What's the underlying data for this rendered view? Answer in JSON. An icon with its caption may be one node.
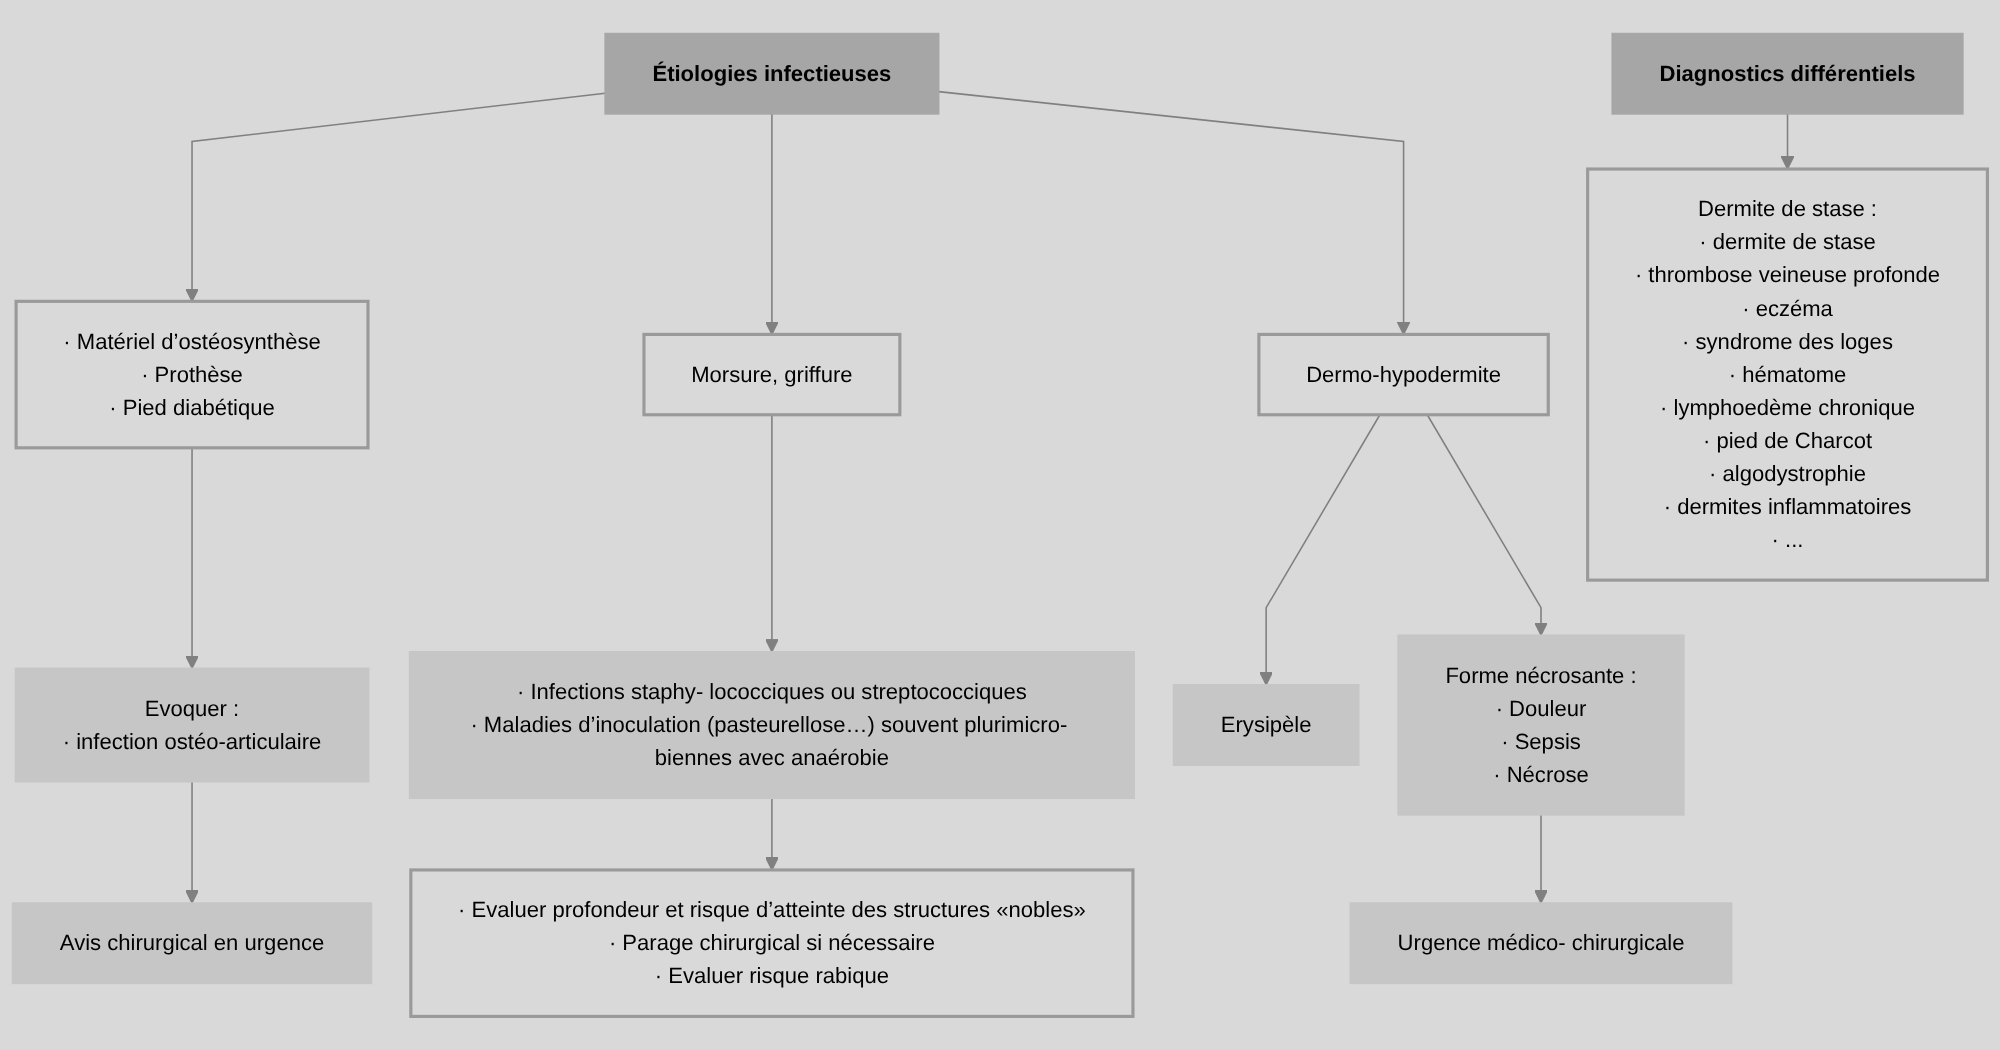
{
  "diagram": {
    "nodes": [
      {
        "text": [
          "Étiologies infectieuses"
        ]
      },
      {
        "text": [
          "· Matériel d’ostéosynthèse",
          "· Prothèse",
          "· Pied diabétique"
        ]
      },
      {
        "text": [
          "Morsure, griffure"
        ]
      },
      {
        "text": [
          "Dermo-hypodermite"
        ]
      },
      {
        "text": [
          "Evoquer :",
          "· infection ostéo-articulaire"
        ]
      },
      {
        "text": [
          "· Infections staphy- lococciques ou streptococciques",
          "· Maladies d’inoculation (pasteurellose…) souvent plurimicro- biennes avec anaérobie"
        ]
      },
      {
        "text": [
          "Erysipèle"
        ]
      },
      {
        "text": [
          "Forme nécrosante :",
          "· Douleur",
          "· Sepsis",
          "· Nécrose"
        ]
      },
      {
        "text": [
          "Avis chirurgical en urgence"
        ]
      },
      {
        "text": [
          "· Evaluer profondeur et risque d’atteinte des structures «nobles»",
          "· Parage chirurgical si nécessaire",
          "· Evaluer risque rabique"
        ]
      },
      {
        "text": [
          "Urgence médico- chirurgicale"
        ]
      },
      {
        "text": [
          "Diagnostics différentiels"
        ]
      },
      {
        "text": [
          "Dermite de stase :",
          "· dermite de stase",
          "· thrombose veineuse profonde",
          "· eczéma",
          "· syndrome des loges",
          "· hématome",
          "· lymphoedème chronique",
          "· pied de Charcot",
          "· algodystrophie",
          "· dermites inflammatoires",
          "· ..."
        ]
      }
    ],
    "edges": [
      {
        "from": 0,
        "to": 1,
        "arrow": "to"
      },
      {
        "from": 0,
        "to": 2,
        "arrow": "to"
      },
      {
        "from": 0,
        "to": 3,
        "arrow": "to"
      },
      {
        "from": 1,
        "to": 4,
        "arrow": "to"
      },
      {
        "from": 4,
        "to": 8,
        "arrow": "to"
      },
      {
        "from": 2,
        "to": 5,
        "arrow": "to"
      },
      {
        "from": 5,
        "to": 9,
        "arrow": "to"
      },
      {
        "from": 3,
        "to": 6,
        "arrow": "to"
      },
      {
        "from": 3,
        "to": 7,
        "arrow": "to"
      },
      {
        "from": 7,
        "to": 10,
        "arrow": "to"
      },
      {
        "from": 11,
        "to": 12,
        "arrow": "to"
      }
    ]
  }
}
